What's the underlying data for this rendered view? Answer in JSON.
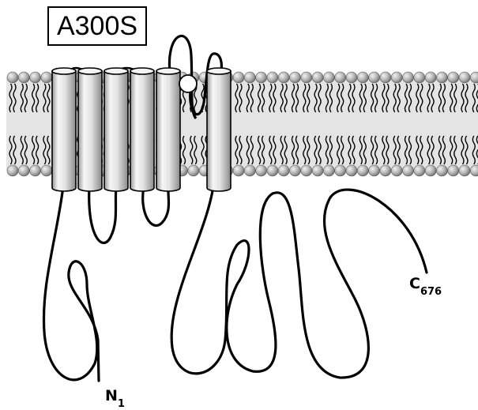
{
  "mutation_label": "A300S",
  "n_terminus": {
    "letter": "N",
    "number": "1"
  },
  "c_terminus": {
    "letter": "C",
    "number": "676"
  },
  "colors": {
    "lipid_head_fill": "#b5b5b5",
    "lipid_head_stroke": "#5a5a5a",
    "membrane_band": "#e4e4e4",
    "helix_fill": "#ededed",
    "chain": "#000000",
    "marker_fill": "#ffffff"
  },
  "helix_count": 6
}
